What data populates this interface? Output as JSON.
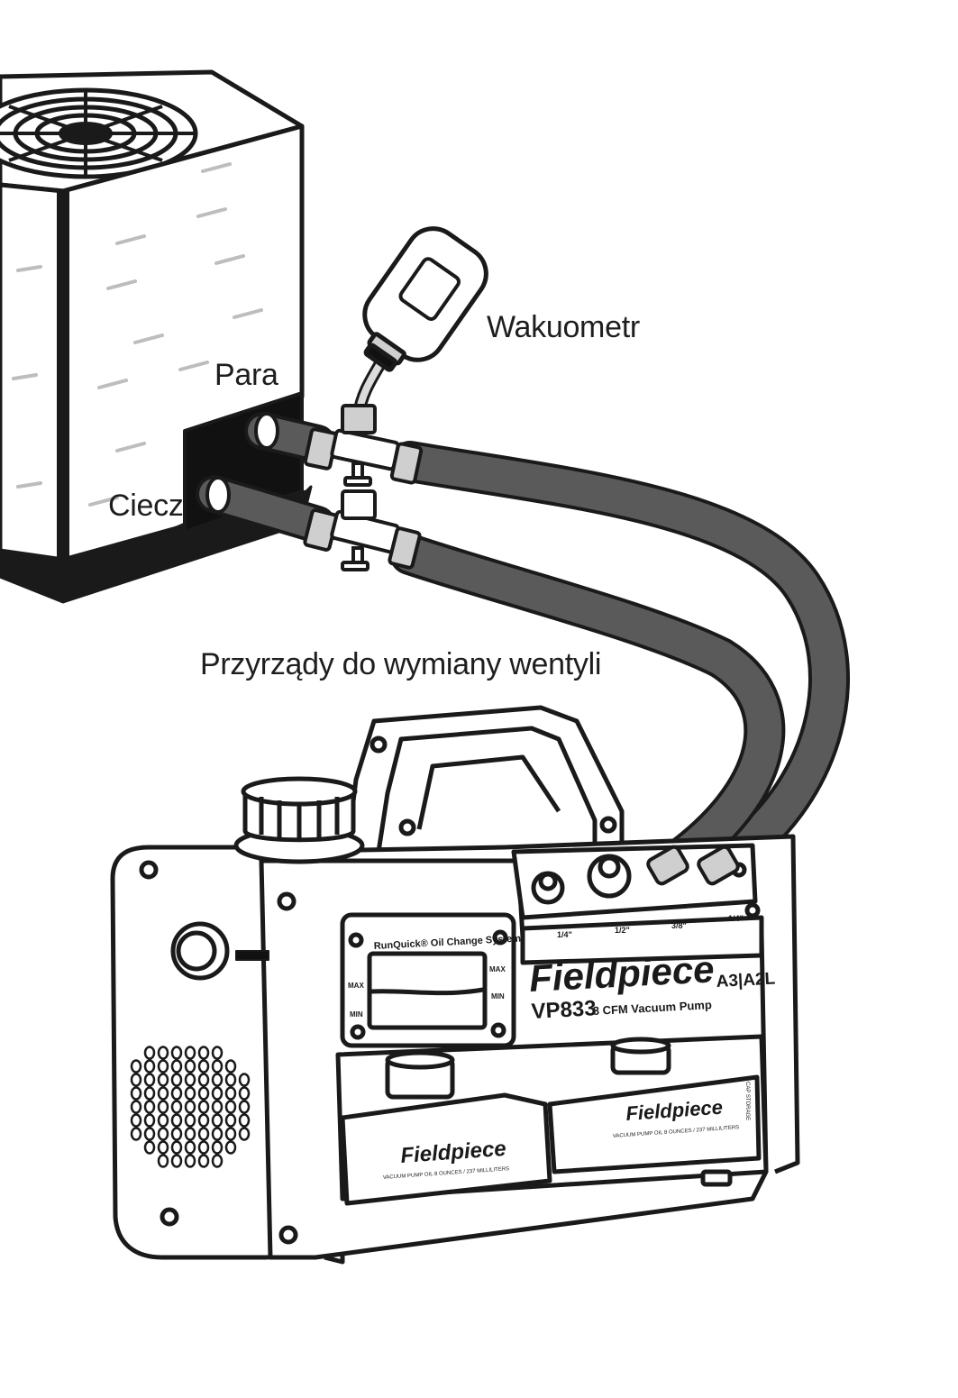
{
  "labels": {
    "vacuum_gauge": "Wakuometr",
    "vapor": "Para",
    "liquid": "Ciecz",
    "valve_tools": "Przyrządy do wymiany wentyli"
  },
  "pump": {
    "brand": "Fieldpiece",
    "model": "VP833",
    "description": "8 CFM Vacuum Pump",
    "oil_system": "RunQuick® Oil Change System",
    "refrigerants": "A3|A2L",
    "level_max": "MAX",
    "level_min": "MIN",
    "port_labels": [
      "1/4\"",
      "1/2\"",
      "3/8\"",
      "1/4\""
    ],
    "bottle_left_brand": "Fieldpiece",
    "bottle_left_text": "VACUUM PUMP OIL   8 OUNCES / 237 MILLILITERS",
    "bottle_right_brand": "Fieldpiece",
    "bottle_right_text": "VACUUM PUMP OIL   8 OUNCES / 237 MILLILITERS",
    "cap_storage": "CAP STORAGE"
  },
  "colors": {
    "hose": "#5a5a5a",
    "outline": "#1a1a1a",
    "fitting": "#cfcfcf",
    "unit_dark": "#111111"
  }
}
